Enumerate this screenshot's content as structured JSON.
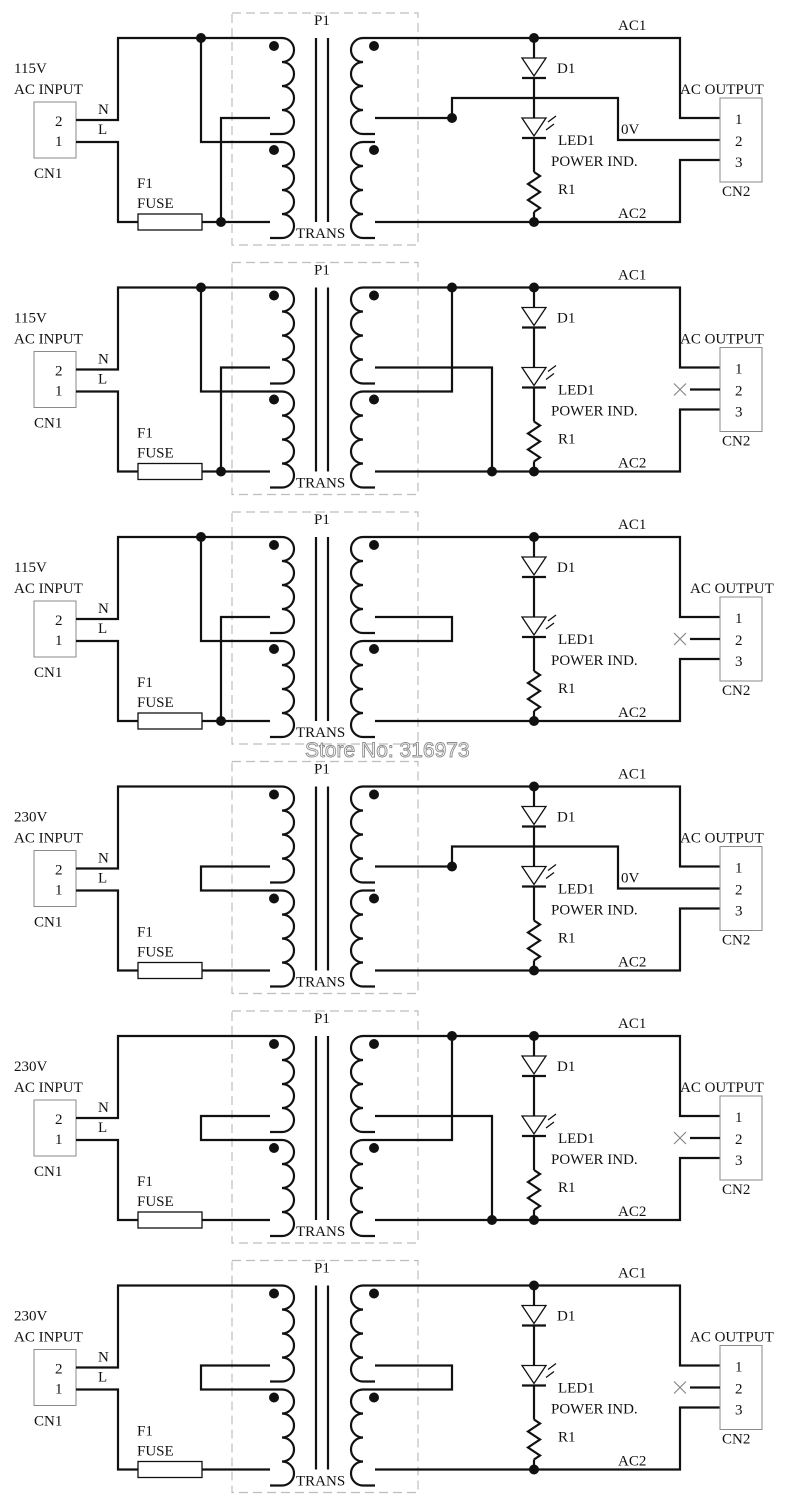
{
  "watermark": "Store No: 316973",
  "panels": [
    {
      "input_voltage": "115V",
      "input_label": "AC INPUT",
      "primary": "parallel",
      "output": "center_tap",
      "out_label": "AC OUTPUT",
      "zero_volt_label": "0V",
      "labels": {
        "cn1": "CN1",
        "pin2": "2",
        "pin1": "1",
        "n": "N",
        "l": "L",
        "f1": "F1",
        "fuse": "FUSE",
        "p1": "P1",
        "trans": "TRANS",
        "ac1": "AC1",
        "ac2": "AC2",
        "d1": "D1",
        "led1": "LED1",
        "power": "POWER IND.",
        "r1": "R1",
        "cn2": "CN2",
        "o1": "1",
        "o2": "2",
        "o3": "3"
      }
    },
    {
      "input_voltage": "115V",
      "input_label": "AC INPUT",
      "primary": "parallel",
      "output": "parallel",
      "out_label": "AC OUTPUT",
      "zero_volt_label": "",
      "labels": {
        "cn1": "CN1",
        "pin2": "2",
        "pin1": "1",
        "n": "N",
        "l": "L",
        "f1": "F1",
        "fuse": "FUSE",
        "p1": "P1",
        "trans": "TRANS",
        "ac1": "AC1",
        "ac2": "AC2",
        "d1": "D1",
        "led1": "LED1",
        "power": "POWER IND.",
        "r1": "R1",
        "cn2": "CN2",
        "o1": "1",
        "o2": "2",
        "o3": "3"
      }
    },
    {
      "input_voltage": "115V",
      "input_label": "AC INPUT",
      "primary": "parallel",
      "output": "series",
      "out_label": "AC OUTPUT",
      "zero_volt_label": "",
      "labels": {
        "cn1": "CN1",
        "pin2": "2",
        "pin1": "1",
        "n": "N",
        "l": "L",
        "f1": "F1",
        "fuse": "FUSE",
        "p1": "P1",
        "trans": "TRANS",
        "ac1": "AC1",
        "ac2": "AC2",
        "d1": "D1",
        "led1": "LED1",
        "power": "POWER IND.",
        "r1": "R1",
        "cn2": "CN2",
        "o1": "1",
        "o2": "2",
        "o3": "3"
      }
    },
    {
      "input_voltage": "230V",
      "input_label": "AC INPUT",
      "primary": "series",
      "output": "center_tap",
      "out_label": "AC OUTPUT",
      "zero_volt_label": "0V",
      "labels": {
        "cn1": "CN1",
        "pin2": "2",
        "pin1": "1",
        "n": "N",
        "l": "L",
        "f1": "F1",
        "fuse": "FUSE",
        "p1": "P1",
        "trans": "TRANS",
        "ac1": "AC1",
        "ac2": "AC2",
        "d1": "D1",
        "led1": "LED1",
        "power": "POWER IND.",
        "r1": "R1",
        "cn2": "CN2",
        "o1": "1",
        "o2": "2",
        "o3": "3"
      }
    },
    {
      "input_voltage": "230V",
      "input_label": "AC INPUT",
      "primary": "series",
      "output": "parallel",
      "out_label": "AC OUTPUT",
      "zero_volt_label": "",
      "labels": {
        "cn1": "CN1",
        "pin2": "2",
        "pin1": "1",
        "n": "N",
        "l": "L",
        "f1": "F1",
        "fuse": "FUSE",
        "p1": "P1",
        "trans": "TRANS",
        "ac1": "AC1",
        "ac2": "AC2",
        "d1": "D1",
        "led1": "LED1",
        "power": "POWER IND.",
        "r1": "R1",
        "cn2": "CN2",
        "o1": "1",
        "o2": "2",
        "o3": "3"
      }
    },
    {
      "input_voltage": "230V",
      "input_label": "AC INPUT",
      "primary": "series",
      "output": "series",
      "out_label": "AC OUTPUT",
      "zero_volt_label": "",
      "labels": {
        "cn1": "CN1",
        "pin2": "2",
        "pin1": "1",
        "n": "N",
        "l": "L",
        "f1": "F1",
        "fuse": "FUSE",
        "p1": "P1",
        "trans": "TRANS",
        "ac1": "AC1",
        "ac2": "AC2",
        "d1": "D1",
        "led1": "LED1",
        "power": "POWER IND.",
        "r1": "R1",
        "cn2": "CN2",
        "o1": "1",
        "o2": "2",
        "o3": "3"
      }
    }
  ]
}
